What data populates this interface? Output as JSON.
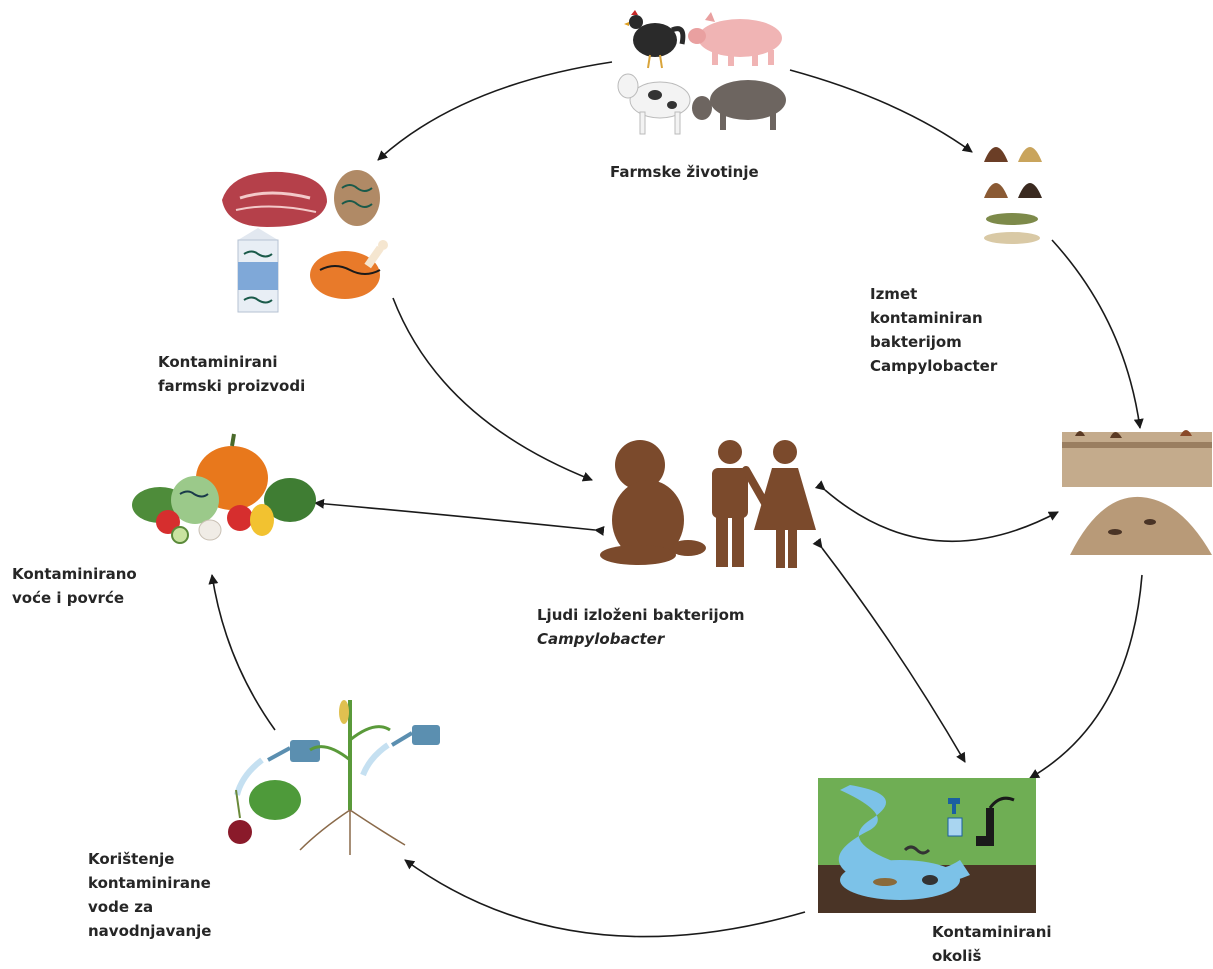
{
  "nodes": {
    "farm_animals": {
      "lines": [
        "Farmske životinje"
      ]
    },
    "feces": {
      "lines": [
        "Izmet",
        "kontaminiran",
        "bakterijom",
        "Campylobacter"
      ]
    },
    "farm_products": {
      "lines": [
        "Kontaminirani",
        "farmski proizvodi"
      ]
    },
    "fruits_veg": {
      "lines": [
        "Kontaminirano",
        "voće i povrće"
      ]
    },
    "humans": {
      "line1": "Ljudi izloženi bakterijom",
      "line2": "Campylobacter"
    },
    "environment": {
      "lines": [
        "Kontaminirani",
        "okoliš"
      ]
    },
    "irrigation": {
      "lines": [
        "Korištenje",
        "kontaminirane",
        "vode za",
        "navodnjavanje"
      ]
    }
  },
  "colors": {
    "arrow": "#1a1a1a",
    "text": "#262626",
    "human_skin": "#7b4a2c",
    "pumpkin": "#e8781c",
    "grass": "#6fae54",
    "soil": "#4a3426",
    "water": "#7cc2e8"
  }
}
